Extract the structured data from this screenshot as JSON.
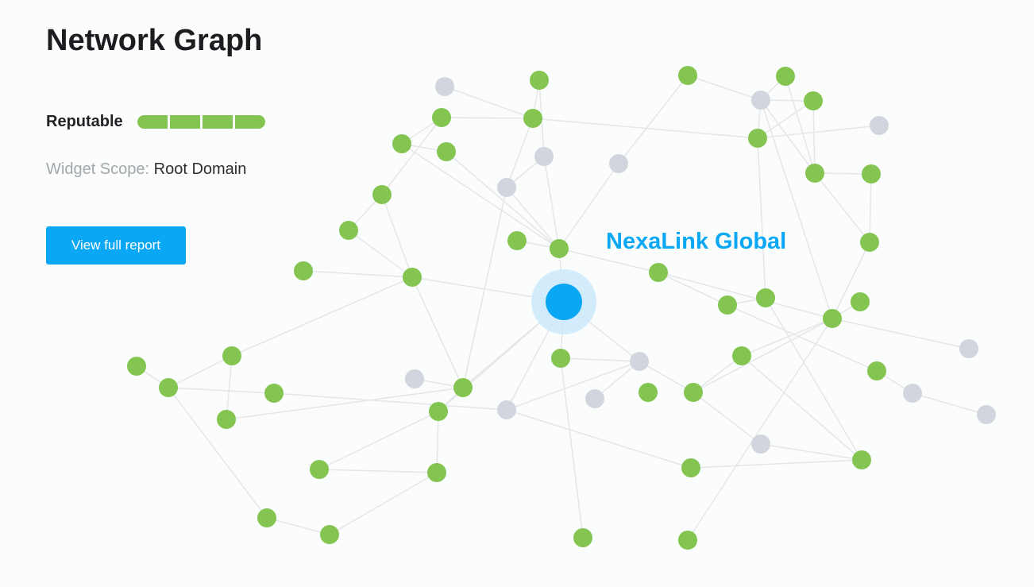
{
  "header": {
    "title": "Network Graph"
  },
  "reputation": {
    "label": "Reputable",
    "segments_total": 4,
    "segments_filled": 4
  },
  "scope": {
    "key": "Widget Scope:",
    "value": "Root Domain"
  },
  "actions": {
    "view_report": "View full report"
  },
  "graph": {
    "focus_label": "NexaLink Global"
  },
  "colors": {
    "accent": "#0aa7f5",
    "reputable_node": "#84c552",
    "unknown_node": "#d3d5de",
    "edge": "#e4e6e9",
    "halo": "#cbe9fc"
  }
}
